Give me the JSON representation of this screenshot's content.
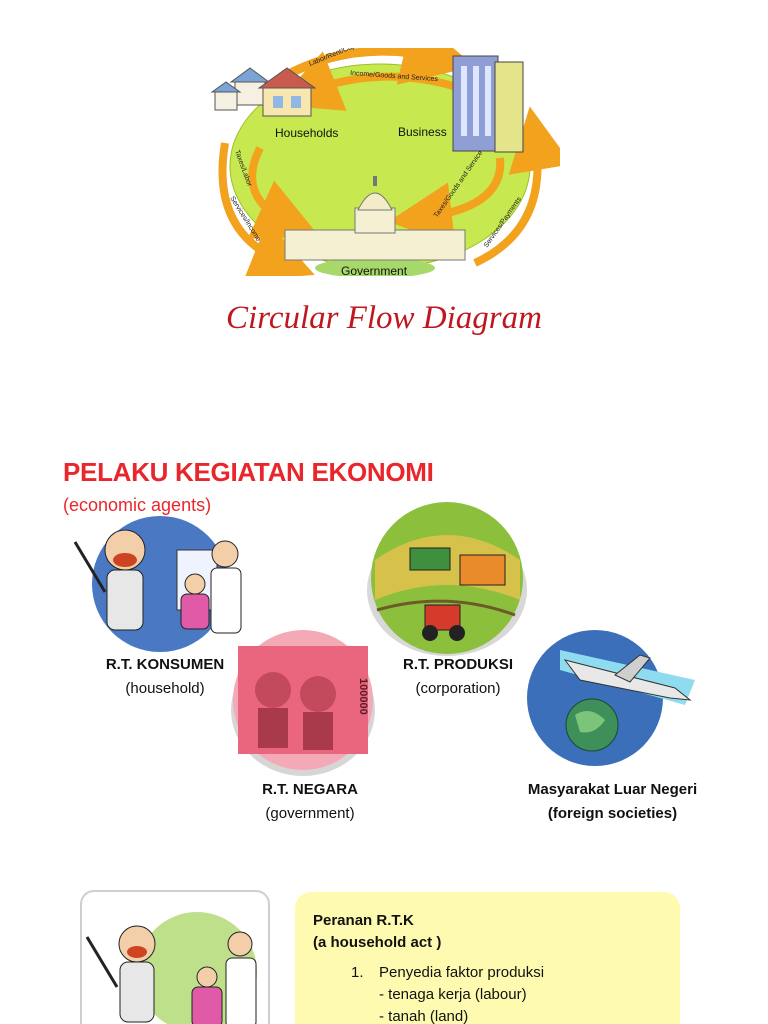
{
  "slide1": {
    "title": "Circular Flow Diagram",
    "diagram": {
      "nodes": {
        "households": "Households",
        "business": "Business",
        "government": "Government"
      },
      "arrows": {
        "top_outer": "Labor/Rent/Capital",
        "top_inner": "Income/Goods and Services",
        "left_inner": "Taxes/Labor",
        "left_outer": "Services/Income",
        "right_inner": "Taxes/Goods and Service",
        "right_outer": "Services/Payments"
      }
    }
  },
  "slide2": {
    "title": "PELAKU KEGIATAN EKONOMI",
    "subtitle": "(economic agents)",
    "agents": [
      {
        "name": "R.T. KONSUMEN",
        "sub": "(household)"
      },
      {
        "name": "R.T. PRODUKSI",
        "sub": "(corporation)"
      },
      {
        "name": "R.T. NEGARA",
        "sub": "(government)"
      },
      {
        "name": "Masyarakat Luar Negeri",
        "sub": "(foreign societies)"
      }
    ],
    "banknote_number": "100000",
    "note": {
      "heading": "Peranan R.T.K",
      "subheading": "(a household act )",
      "items": [
        {
          "number": "1.",
          "text": "Penyedia faktor produksi",
          "subitems": [
            "- tenaga kerja (labour)",
            "- tanah (land)"
          ]
        }
      ]
    }
  },
  "colors": {
    "title_red": "#c0161f",
    "section_red": "#e8262c",
    "note_yellow": "#fefbb0",
    "diagram_green": "#c7e84f",
    "arrow_orange": "#f3a21d"
  }
}
